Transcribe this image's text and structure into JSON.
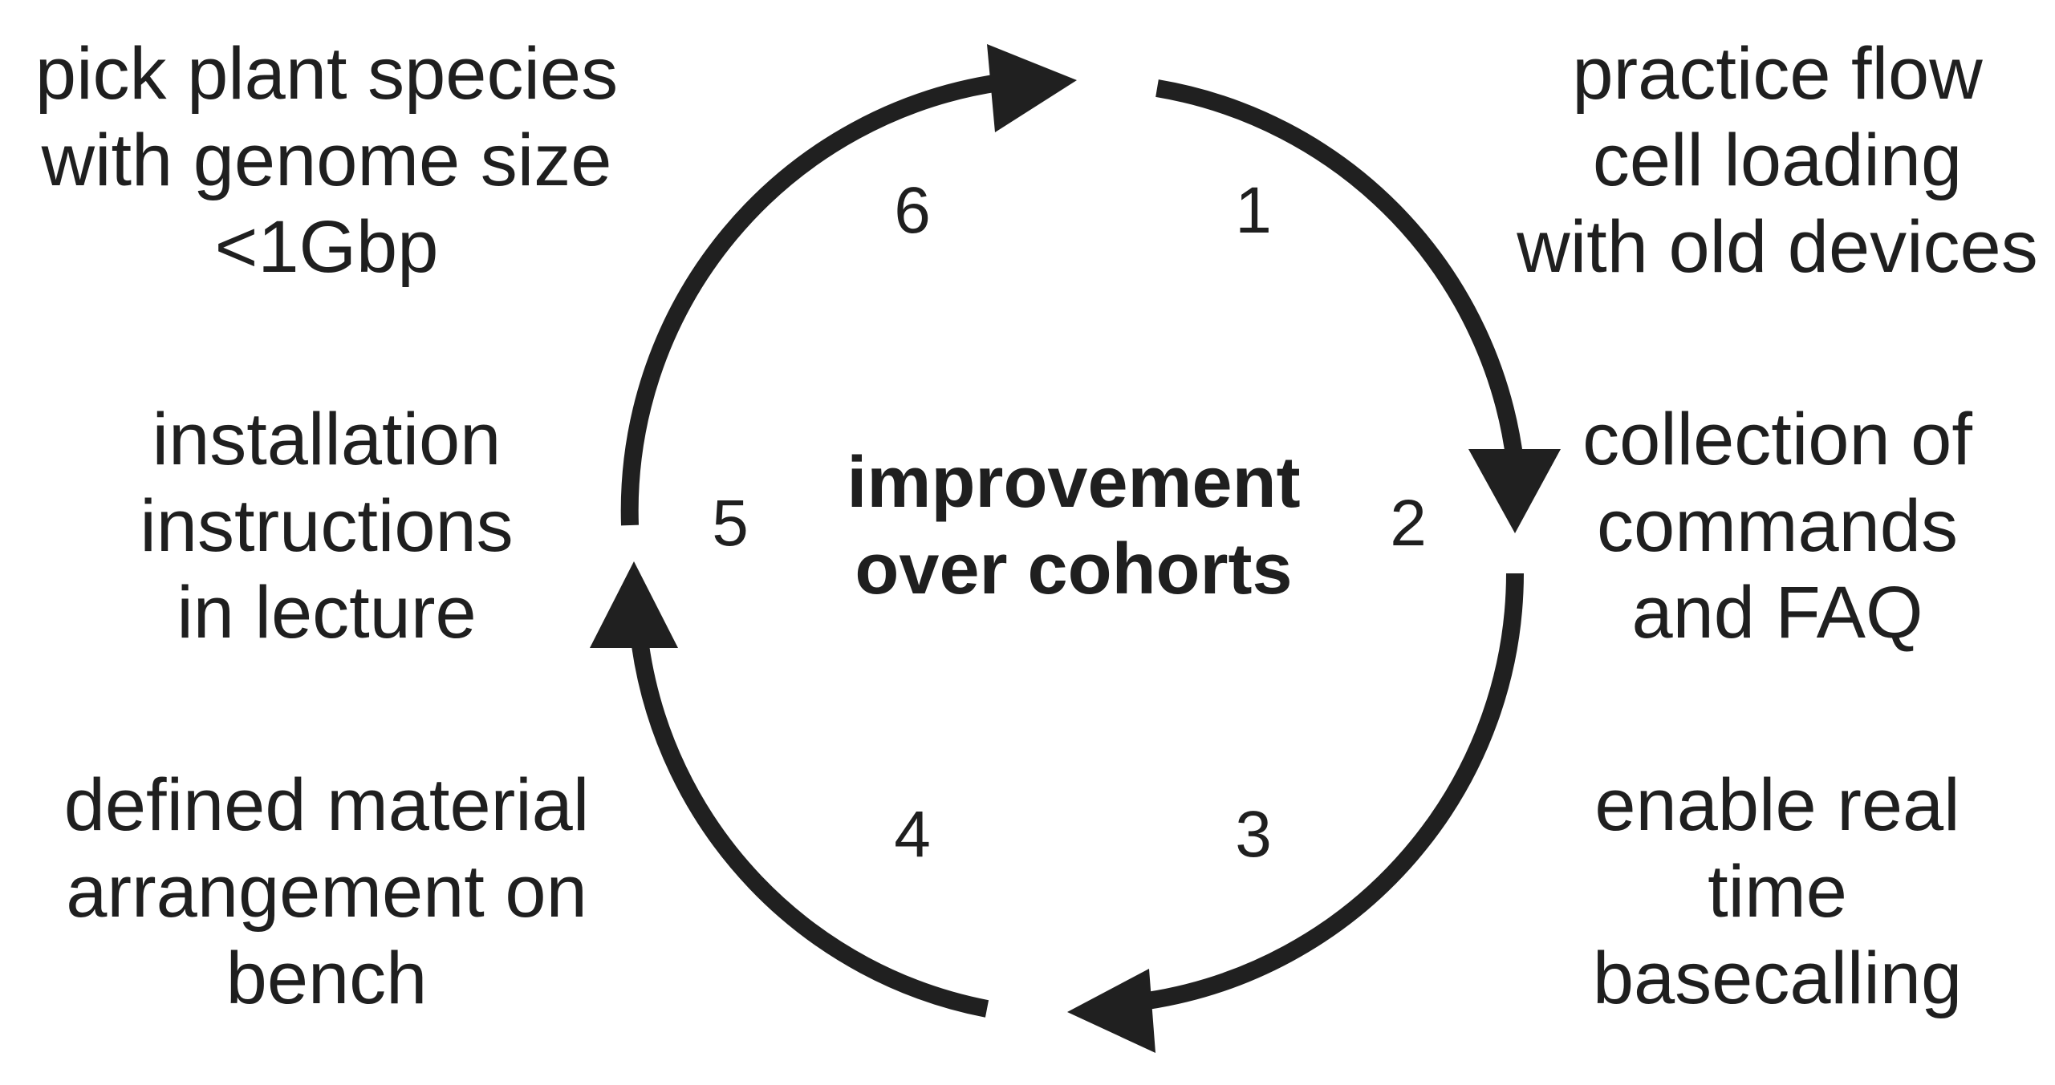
{
  "center": {
    "lines": [
      "improvement",
      "over cohorts"
    ]
  },
  "steps": [
    {
      "number": "1",
      "lines": [
        "practice flow",
        "cell loading",
        "with old devices"
      ]
    },
    {
      "number": "2",
      "lines": [
        "collection of",
        "commands",
        "and FAQ"
      ]
    },
    {
      "number": "3",
      "lines": [
        "enable real",
        "time",
        "basecalling"
      ]
    },
    {
      "number": "4",
      "lines": [
        "defined material",
        "arrangement on",
        "bench"
      ]
    },
    {
      "number": "5",
      "lines": [
        "installation",
        "instructions",
        "in lecture"
      ]
    },
    {
      "number": "6",
      "lines": [
        "pick plant species",
        "with genome size",
        "<1Gbp"
      ]
    }
  ],
  "colors": {
    "stroke": "#202020",
    "text": "#1f1f1f",
    "background": "#ffffff"
  }
}
